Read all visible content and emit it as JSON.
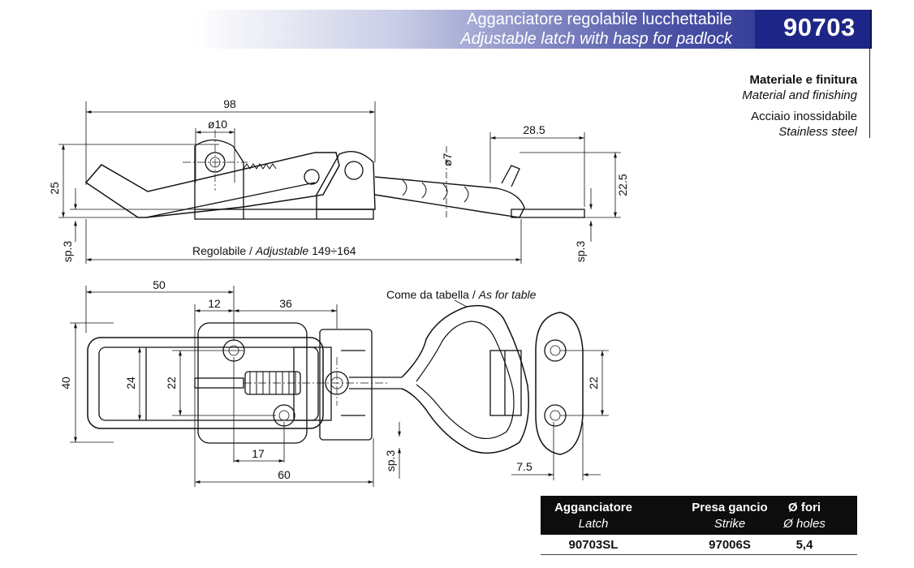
{
  "header": {
    "title_it": "Agganciatore regolabile lucchettabile",
    "title_en": "Adjustable latch with hasp for padlock",
    "code": "90703"
  },
  "material": {
    "label_it": "Materiale e finitura",
    "label_en": "Material and finishing",
    "value_it": "Acciaio  inossidabile",
    "value_en": "Stainless steel"
  },
  "side_view": {
    "dim_overall": "98",
    "dim_diam10": "ø10",
    "dim_28_5": "28.5",
    "dim_diam7": "ø7",
    "dim_25": "25",
    "dim_22_5": "22.5",
    "dim_sp3_left": "sp.3",
    "dim_sp3_right": "sp.3",
    "adjustable_it": "Regolabile /",
    "adjustable_en": "Adjustable",
    "adjustable_range": "149÷164"
  },
  "top_view": {
    "dim_50": "50",
    "dim_12": "12",
    "dim_36": "36",
    "dim_40": "40",
    "dim_24": "24",
    "dim_22_left": "22",
    "dim_22_right": "22",
    "dim_17": "17",
    "dim_60": "60",
    "dim_sp3": "sp.3",
    "dim_7_5": "7.5",
    "as_table_it": "Come da tabella /",
    "as_table_en": "As for table"
  },
  "table": {
    "columns": [
      {
        "it": "Agganciatore",
        "en": "Latch"
      },
      {
        "it": "Presa gancio",
        "en": "Strike"
      },
      {
        "it": "Ø fori",
        "en": "Ø holes"
      }
    ],
    "rows": [
      [
        "90703SL",
        "97006S",
        "5,4"
      ]
    ]
  }
}
